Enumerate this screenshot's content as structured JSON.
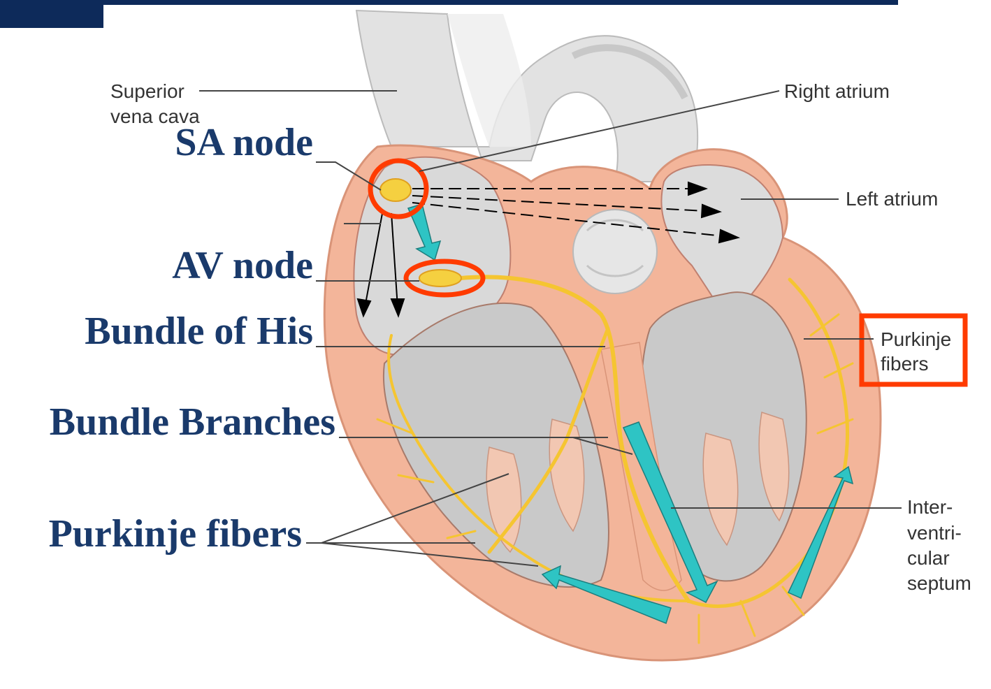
{
  "labels": {
    "superior_vena_cava_line1": "Superior",
    "superior_vena_cava_line2": "vena cava",
    "right_atrium": "Right atrium",
    "left_atrium": "Left atrium",
    "purkinje_right_line1": "Purkinje",
    "purkinje_right_line2": "fibers",
    "interventricular_line1": "Inter-",
    "interventricular_line2": "ventri-",
    "interventricular_line3": "cular",
    "interventricular_line4": "septum"
  },
  "callouts": {
    "sa_node": "SA node",
    "av_node": "AV node",
    "bundle_of_his": "Bundle of His",
    "bundle_branches": "Bundle Branches",
    "purkinje_fibers": "Purkinje fibers"
  },
  "colors": {
    "header_bar": "#0d2a5a",
    "callout_text": "#1a3a6b",
    "highlight": "#ff3b00",
    "arrow": "#2ec4c4",
    "conduction": "#f5c531",
    "myocardium": "#f3b59a",
    "tissue": "#d9d9d9"
  }
}
